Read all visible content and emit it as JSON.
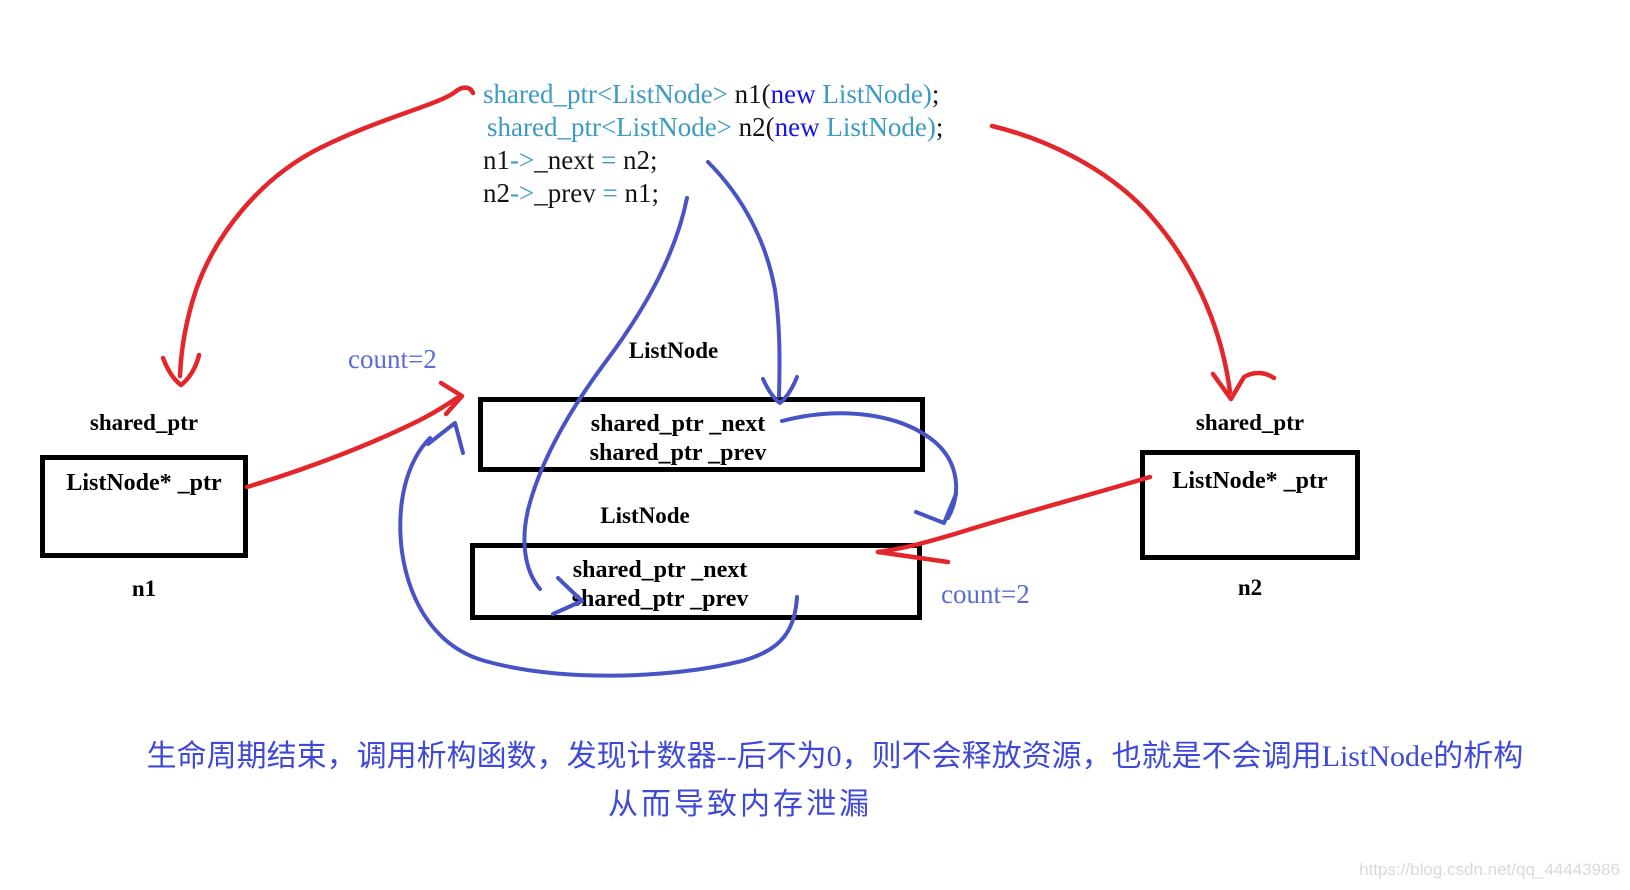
{
  "palette": {
    "code_teal": "#3b9ac6",
    "code_keyword_blue": "#1512ea",
    "code_black": "#141414",
    "arrow_red": "#e4262b",
    "arrow_blue": "#4853c6",
    "count_blue": "#5b6bd5",
    "caption_blue": "#3e49d8",
    "watermark_gray": "#d9d9dd",
    "box_border_black": "#000000"
  },
  "code": {
    "lines": [
      {
        "segments": [
          {
            "text": "shared_ptr<ListNode>",
            "color": "code_teal"
          },
          {
            "text": " n1(",
            "color": "code_black"
          },
          {
            "text": "new",
            "color": "code_keyword_blue"
          },
          {
            "text": " ListNode)",
            "color": "code_teal"
          },
          {
            "text": ";",
            "color": "code_black"
          }
        ]
      },
      {
        "segments": [
          {
            "text": "shared_ptr<ListNode>",
            "color": "code_teal"
          },
          {
            "text": " n2(",
            "color": "code_black"
          },
          {
            "text": "new",
            "color": "code_keyword_blue"
          },
          {
            "text": " ListNode)",
            "color": "code_teal"
          },
          {
            "text": ";",
            "color": "code_black"
          }
        ]
      },
      {
        "segments": [
          {
            "text": "n1",
            "color": "code_black"
          },
          {
            "text": "->",
            "color": "code_teal"
          },
          {
            "text": "_next",
            "color": "code_black"
          },
          {
            "text": " = ",
            "color": "code_teal"
          },
          {
            "text": "n2;",
            "color": "code_black"
          }
        ]
      },
      {
        "segments": [
          {
            "text": "n2",
            "color": "code_black"
          },
          {
            "text": "->",
            "color": "code_teal"
          },
          {
            "text": "_prev",
            "color": "code_black"
          },
          {
            "text": " = ",
            "color": "code_teal"
          },
          {
            "text": "n1;",
            "color": "code_black"
          }
        ]
      }
    ]
  },
  "nodes": {
    "n1": {
      "type_label": "shared_ptr",
      "field": "ListNode* _ptr",
      "name": "n1"
    },
    "n2": {
      "type_label": "shared_ptr",
      "field": "ListNode* _ptr",
      "name": "n2"
    },
    "listnode_top": {
      "title": "ListNode",
      "fields": [
        "shared_ptr _next",
        "shared_ptr _prev"
      ]
    },
    "listnode_bottom": {
      "title": "ListNode",
      "fields": [
        "shared_ptr _next",
        "shared_ptr _prev"
      ]
    }
  },
  "annotations": {
    "count_left": "count=2",
    "count_right": "count=2"
  },
  "caption": {
    "line1": "生命周期结束，调用析构函数，发现计数器--后不为0，则不会释放资源，也就是不会调用ListNode的析构",
    "line2": "从而导致内存泄漏"
  },
  "watermark": "https://blog.csdn.net/qq_44443986"
}
